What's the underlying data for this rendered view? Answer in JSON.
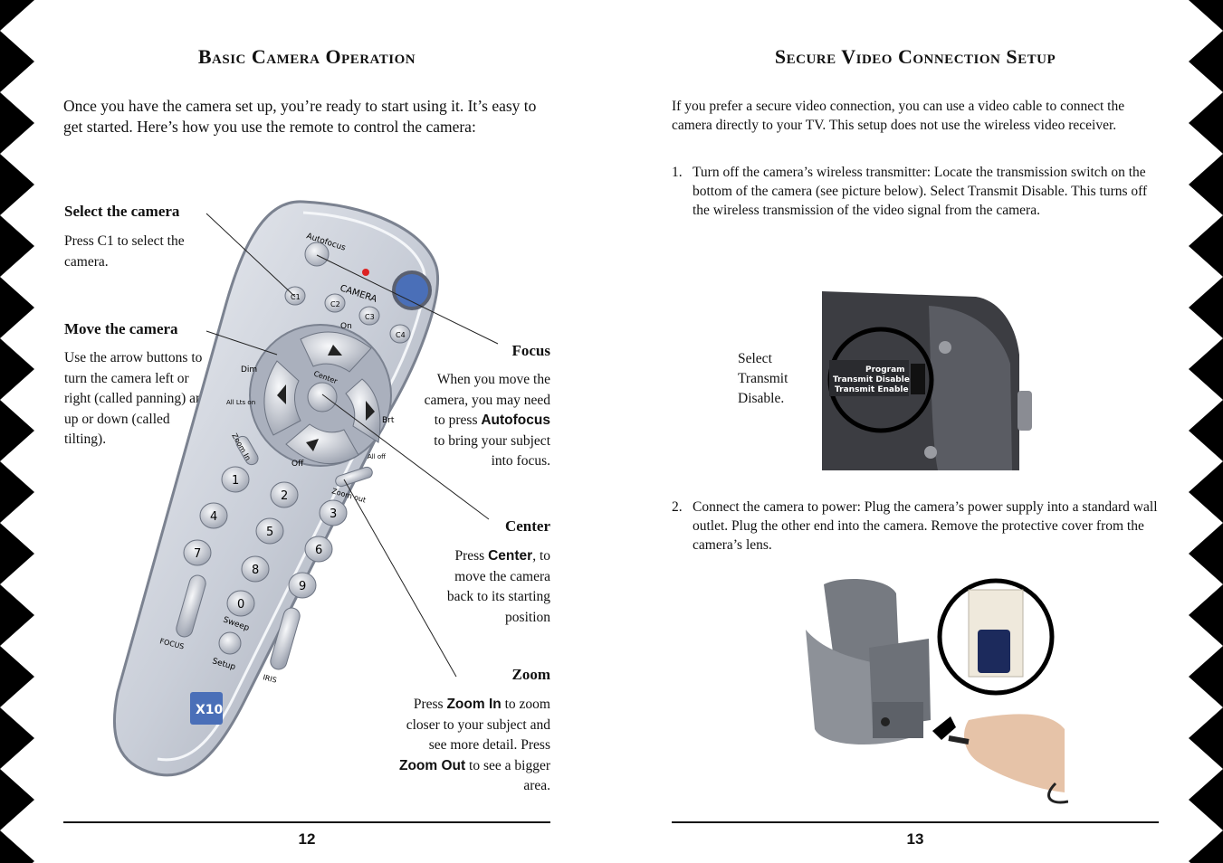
{
  "left_page": {
    "title": "Basic Camera Operation",
    "intro": "Once you have the camera set up, you’re ready to start using it. It’s easy to get started. Here’s how you use the remote to control the camera:",
    "select_camera": {
      "heading": "Select the camera",
      "body": "Press C1 to select the camera."
    },
    "move_camera": {
      "heading": "Move the camera",
      "body": "Use the arrow buttons to turn the camera left or right (called panning) and up or down (called tilting)."
    },
    "focus": {
      "heading": "Focus",
      "body_pre": "When you move the camera, you may need to press",
      "keyword": "Autofocus",
      "body_post": "to bring your subject into focus."
    },
    "center": {
      "heading": "Center",
      "body_pre": "Press",
      "keyword": "Center",
      "body_post": ", to move the camera back to its starting position"
    },
    "zoom": {
      "heading": "Zoom",
      "line1_pre": "Press",
      "keyword_in": "Zoom In",
      "line1_post": "to zoom closer to your subject and see more detail.",
      "line2_pre": "Press",
      "keyword_out": "Zoom Out",
      "line2_post": "to see a bigger area."
    },
    "page_number": "12"
  },
  "remote": {
    "autofocus": "Autofocus",
    "camera": "CAMERA",
    "c1": "C1",
    "c2": "C2",
    "c3": "C3",
    "c4": "C4",
    "on": "On",
    "off": "Off",
    "dim": "Dim",
    "brt": "Brt",
    "center": "Center",
    "all_lts_on": "All Lts on",
    "all_off": "All off",
    "zoom_in": "Zoom In",
    "zoom_out": "Zoom out",
    "digits": [
      "1",
      "2",
      "3",
      "4",
      "5",
      "6",
      "7",
      "8",
      "9",
      "0"
    ],
    "sweep": "Sweep",
    "setup": "Setup",
    "focus": "FOCUS",
    "iris": "IRIS",
    "logo": "X10"
  },
  "right_page": {
    "title": "Secure Video Connection Setup",
    "intro": "If you prefer a secure video connection, you can use a video cable to connect the camera directly to your TV. This setup does not use the wireless video receiver.",
    "step1": {
      "num": "1.",
      "text": "Turn off the camera’s wireless transmitter: Locate the transmission switch on the bottom of the camera (see picture below). Select Transmit Disable. This turns off the wireless transmission of the video signal from the camera."
    },
    "select_label": "Select Transmit Disable.",
    "switch_labels": [
      "Program",
      "Transmit Disable",
      "Transmit Enable"
    ],
    "step2": {
      "num": "2.",
      "text": "Connect the camera to power: Plug the camera’s power supply into a standard wall outlet. Plug the other end into the camera. Remove the protective cover from the camera’s lens."
    },
    "page_number": "13"
  },
  "colors": {
    "remote_body": "#c9ced8",
    "remote_outline": "#7b8290",
    "accent_blue": "#4a6fb8",
    "ink": "#111111"
  }
}
